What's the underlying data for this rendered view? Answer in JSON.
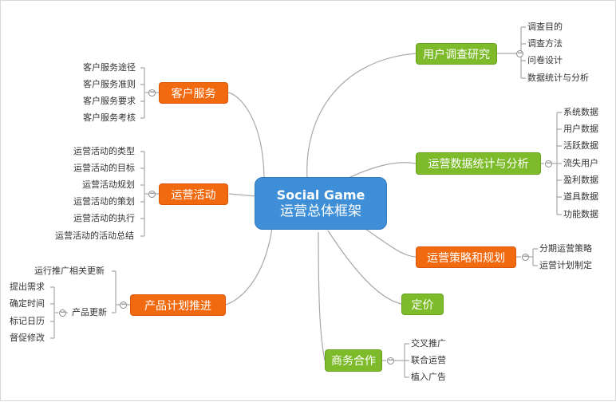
{
  "center": {
    "line1": "Social Game",
    "line2": "运营总体框架"
  },
  "left": {
    "customer_service": {
      "label": "客户服务",
      "children": [
        "客户服务途径",
        "客户服务准则",
        "客户服务要求",
        "客户服务考核"
      ]
    },
    "operation_activity": {
      "label": "运营活动",
      "children": [
        "运营活动的类型",
        "运营活动的目标",
        "运营活动规划",
        "运营活动的策划",
        "运营活动的执行",
        "运营活动的活动总结"
      ]
    },
    "product_plan": {
      "label": "产品计划推进",
      "children": [
        "运行推广相关更新",
        "产品更新"
      ],
      "update_children": [
        "提出需求",
        "确定时间",
        "标记日历",
        "督促修改"
      ]
    }
  },
  "right": {
    "user_research": {
      "label": "用户调查研究",
      "children": [
        "调查目的",
        "调查方法",
        "问卷设计",
        "数据统计与分析"
      ]
    },
    "data_analysis": {
      "label": "运营数据统计与分析",
      "children": [
        "系统数据",
        "用户数据",
        "活跃数据",
        "流失用户",
        "盈利数据",
        "道具数据",
        "功能数据"
      ]
    },
    "strategy": {
      "label": "运营策略和规划",
      "children": [
        "分期运营策略",
        "运营计划制定"
      ]
    },
    "pricing": {
      "label": "定价"
    },
    "business": {
      "label": "商务合作",
      "children": [
        "交叉推广",
        "联合运营",
        "植入广告"
      ]
    }
  },
  "colors": {
    "center": "#3f8fd8",
    "orange": "#f26a10",
    "green": "#7dbb2a",
    "line": "#a8a8a8"
  }
}
